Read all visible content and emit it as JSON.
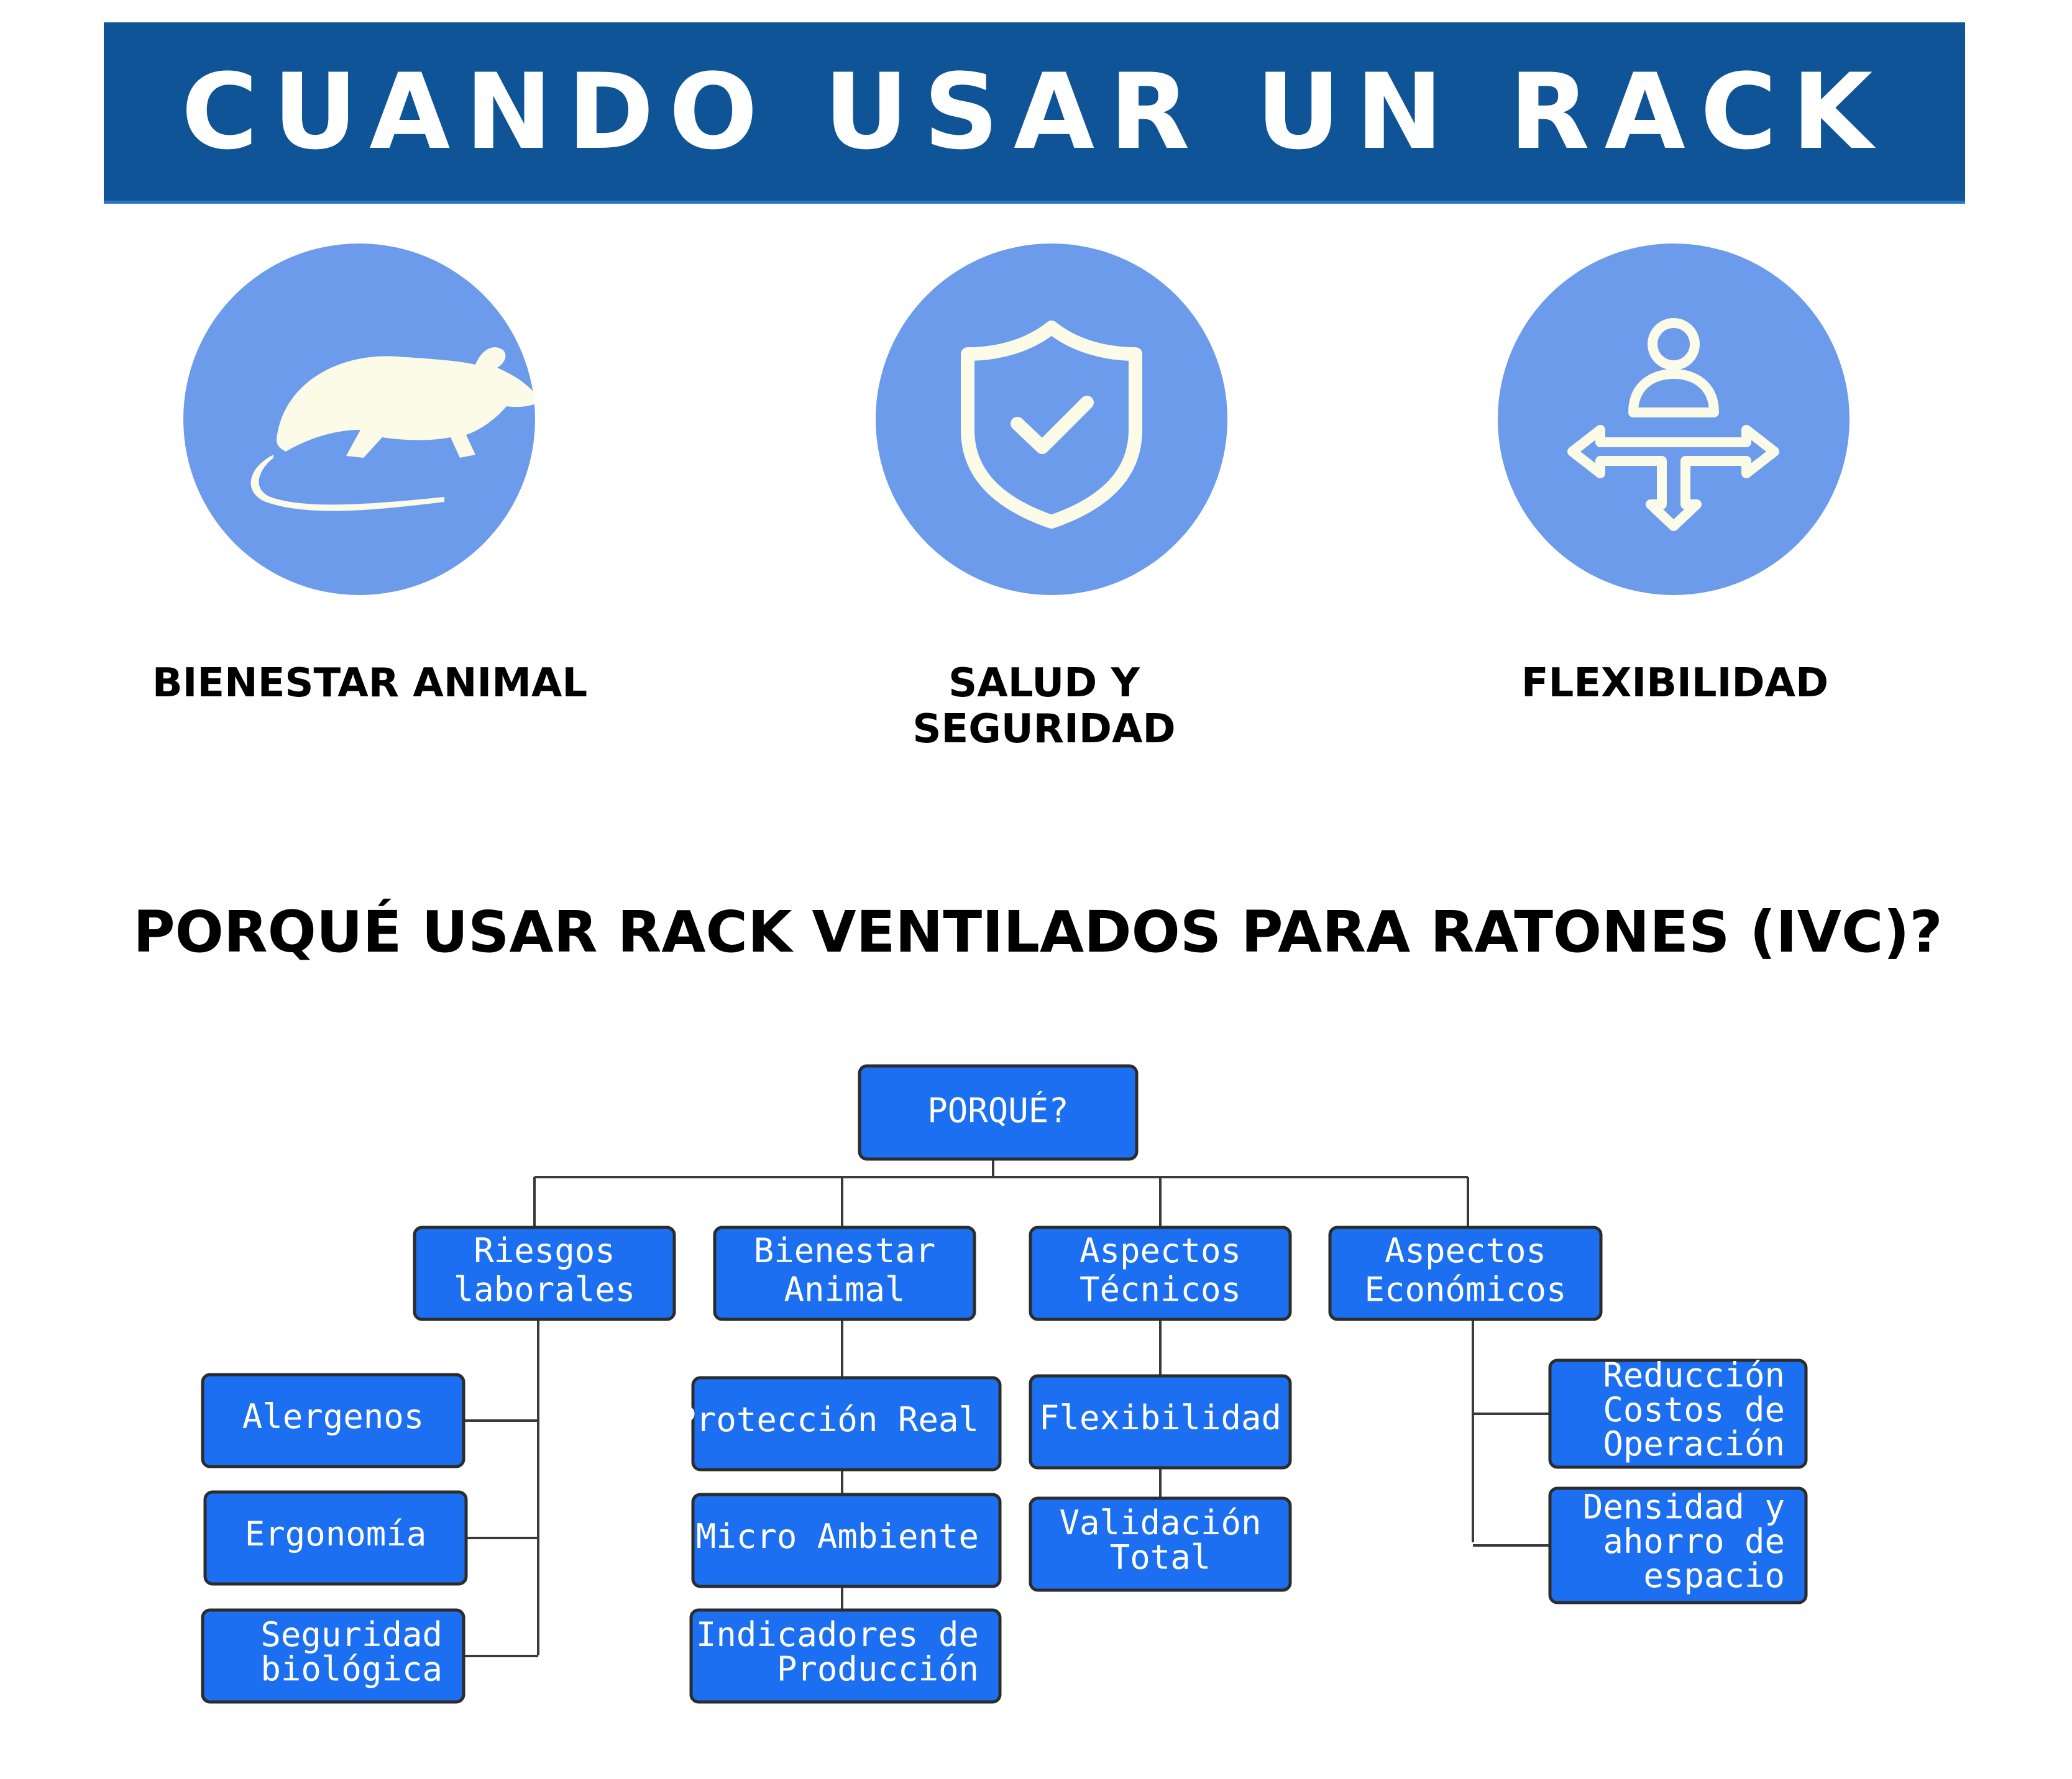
{
  "header": {
    "title": "CUANDO USAR UN RACK"
  },
  "features": [
    {
      "icon": "mouse-icon",
      "label": "BIENESTAR ANIMAL"
    },
    {
      "icon": "shield-check-icon",
      "label": "SALUD Y SEGURIDAD"
    },
    {
      "icon": "person-flexibility-icon",
      "label": "FLEXIBILIDAD"
    }
  ],
  "subtitle": "PORQUÉ USAR RACK VENTILADOS PARA RATONES (IVC)?",
  "diagram": {
    "root": "PORQUÉ?",
    "branches": [
      {
        "label": "Riesgos laborales",
        "children": [
          "Alergenos",
          "Ergonomía",
          "Seguridad biológica"
        ]
      },
      {
        "label": "Bienestar Animal",
        "children": [
          "Protección Real",
          "Micro Ambiente",
          "Indicadores de Producción"
        ]
      },
      {
        "label": "Aspectos Técnicos",
        "children": [
          "Flexibilidad",
          "Validación Total"
        ]
      },
      {
        "label": "Aspectos Económicos",
        "children": [
          "Reducción Costos de Operación",
          "Densidad y ahorro de espacio"
        ]
      }
    ]
  },
  "colors": {
    "banner": "#0f5497",
    "circle": "#6b9bea",
    "icon": "#fbfbe8",
    "node": "#1b6ff0"
  }
}
